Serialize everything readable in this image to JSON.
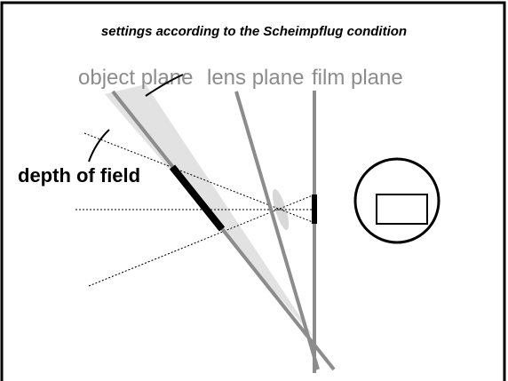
{
  "title": "settings according to the Scheimpflug condition",
  "labels": {
    "object_plane": "object plane",
    "lens_plane": "lens plane",
    "film_plane": "film plane",
    "depth_of_field": "depth of field"
  },
  "colors": {
    "plane_lines": "#8c8c8c",
    "dof_fill": "#e2e2e2",
    "background": "#ffffff",
    "ink": "#000000"
  }
}
